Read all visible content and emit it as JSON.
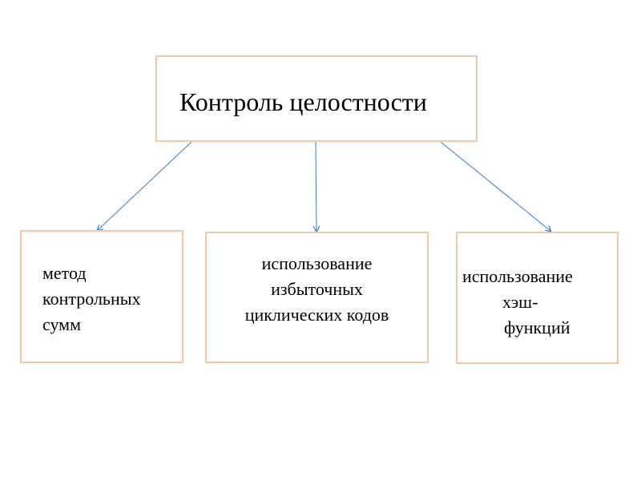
{
  "diagram": {
    "root": {
      "title": "Контроль целостности"
    },
    "children": [
      {
        "lines": [
          "метод",
          "контрольных",
          "сумм"
        ]
      },
      {
        "lines": [
          "использование",
          "избыточных",
          "циклических кодов"
        ]
      },
      {
        "lines": [
          "использование",
          "хэш-",
          "функций"
        ]
      }
    ],
    "colors": {
      "box_border": "#f2c9a0",
      "arrow": "#3a7cc4",
      "text": "#000000"
    }
  }
}
